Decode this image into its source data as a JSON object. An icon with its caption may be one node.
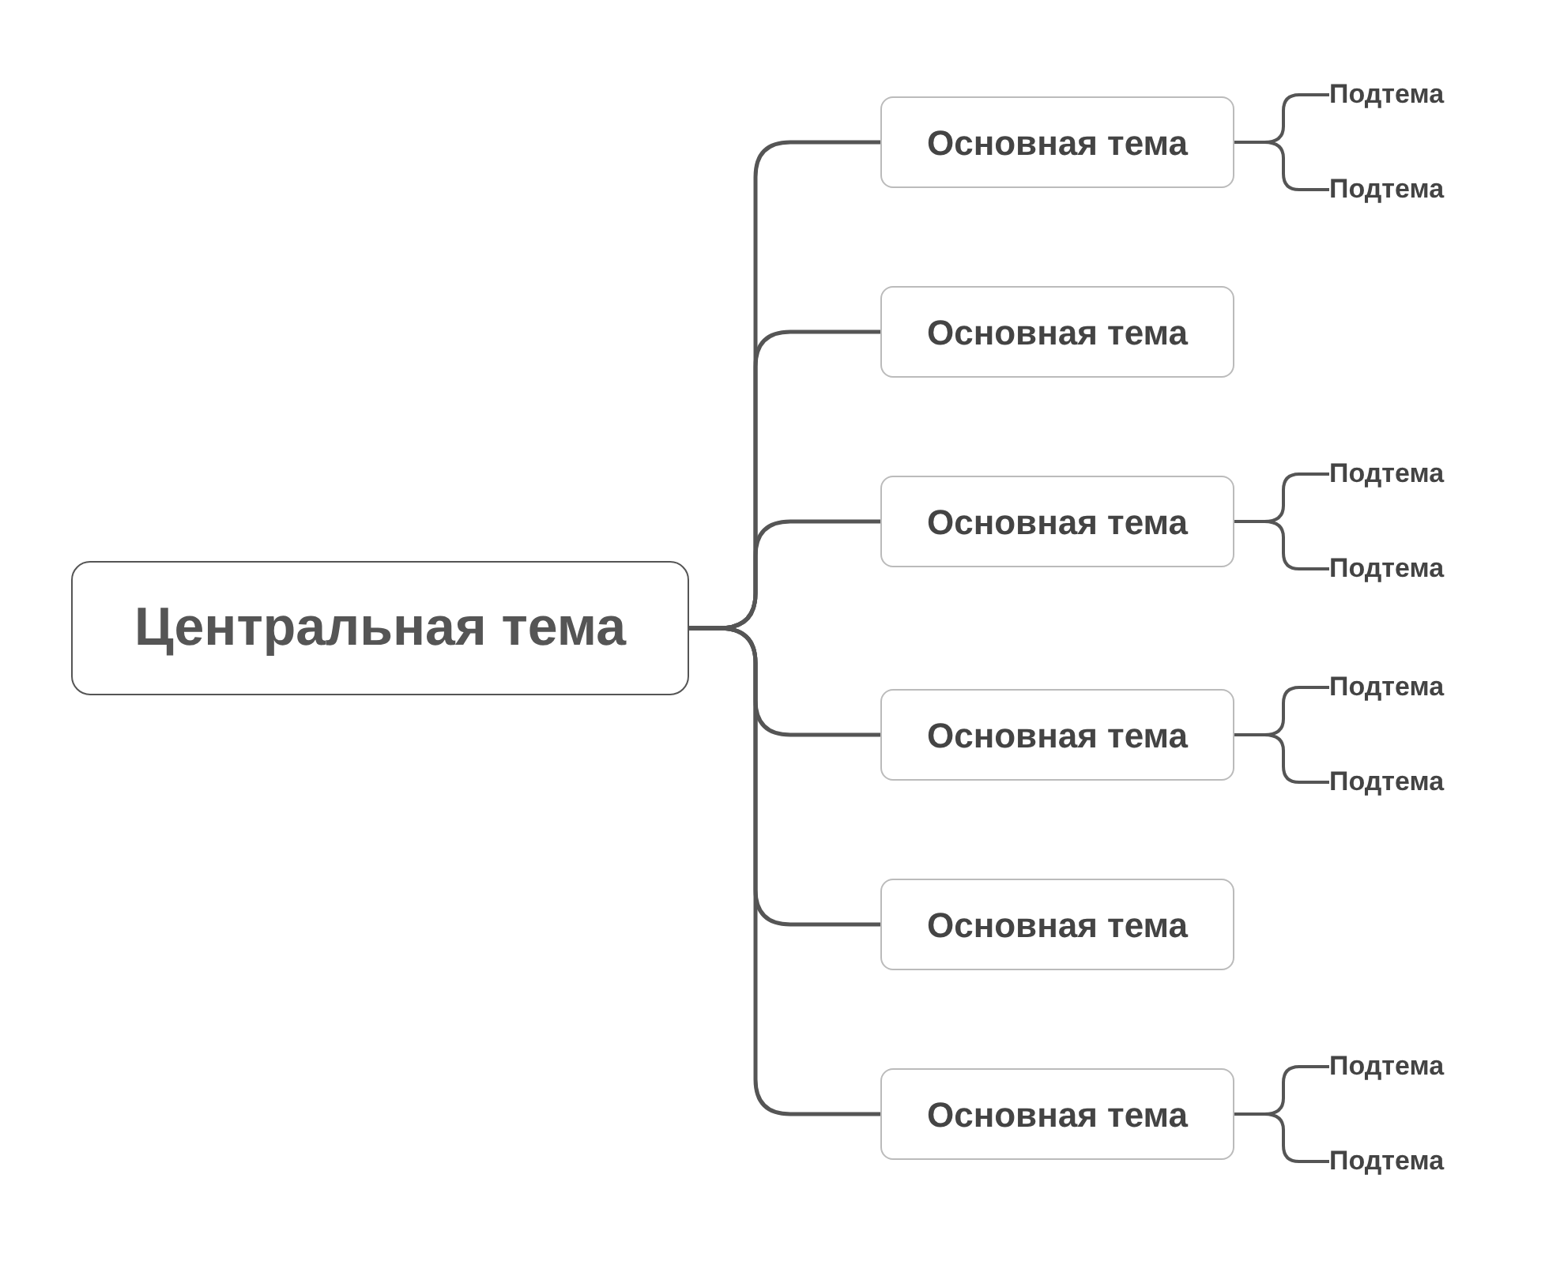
{
  "diagram": {
    "nodes": [
      {
        "text": [
          "Центральная тема"
        ]
      },
      {
        "text": [
          "Основная тема"
        ]
      },
      {
        "text": [
          "Основная тема"
        ]
      },
      {
        "text": [
          "Основная тема"
        ]
      },
      {
        "text": [
          "Основная тема"
        ]
      },
      {
        "text": [
          "Основная тема"
        ]
      },
      {
        "text": [
          "Основная тема"
        ]
      },
      {
        "text": [
          "Подтема"
        ]
      },
      {
        "text": [
          "Подтема"
        ]
      },
      {
        "text": [
          "Подтема"
        ]
      },
      {
        "text": [
          "Подтема"
        ]
      },
      {
        "text": [
          "Подтема"
        ]
      },
      {
        "text": [
          "Подтема"
        ]
      },
      {
        "text": [
          "Подтема"
        ]
      },
      {
        "text": [
          "Подтема"
        ]
      }
    ],
    "edges": [
      {
        "from": 0,
        "to": 1,
        "arrow": "none"
      },
      {
        "from": 0,
        "to": 2,
        "arrow": "none"
      },
      {
        "from": 0,
        "to": 3,
        "arrow": "none"
      },
      {
        "from": 0,
        "to": 4,
        "arrow": "none"
      },
      {
        "from": 0,
        "to": 5,
        "arrow": "none"
      },
      {
        "from": 0,
        "to": 6,
        "arrow": "none"
      },
      {
        "from": 1,
        "to": 7,
        "arrow": "none"
      },
      {
        "from": 1,
        "to": 8,
        "arrow": "none"
      },
      {
        "from": 3,
        "to": 9,
        "arrow": "none"
      },
      {
        "from": 3,
        "to": 10,
        "arrow": "none"
      },
      {
        "from": 4,
        "to": 11,
        "arrow": "none"
      },
      {
        "from": 4,
        "to": 12,
        "arrow": "none"
      },
      {
        "from": 6,
        "to": 13,
        "arrow": "none"
      },
      {
        "from": 6,
        "to": 14,
        "arrow": "none"
      }
    ]
  }
}
